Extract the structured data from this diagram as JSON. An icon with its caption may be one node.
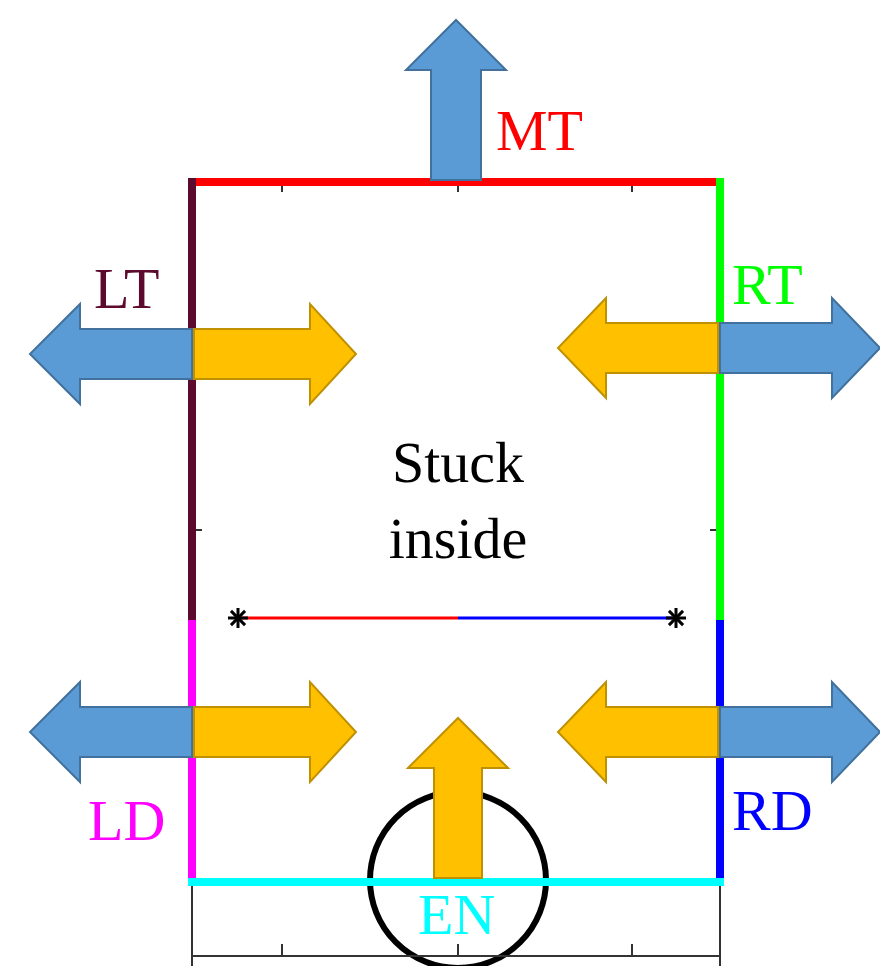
{
  "diagram": {
    "labels": [
      "MT",
      "LT",
      "RT",
      "Stuck inside",
      "LD",
      "RD",
      "EN"
    ]
  }
}
